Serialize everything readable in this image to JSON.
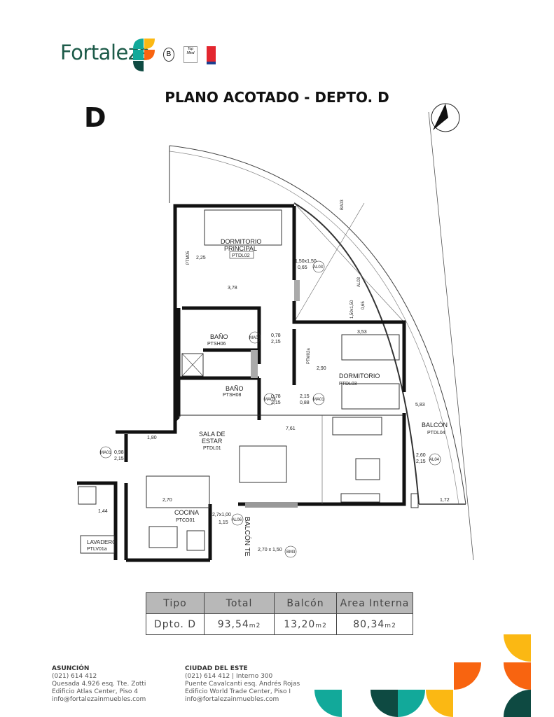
{
  "header": {
    "brand": "Fortaleza",
    "badges": [
      "b-corp-icon",
      "top-of-mind-icon",
      "great-place-to-work-icon"
    ],
    "title": "PLANO ACOTADO - DEPTO. D",
    "unit_letter": "D"
  },
  "plan": {
    "rooms": {
      "dorm_principal": {
        "name1": "DORMITORIO",
        "name2": "PRINCIPAL",
        "code": "PTDL02"
      },
      "bano1": {
        "name": "BAÑO",
        "code": "PTSH06"
      },
      "bano2": {
        "name": "BAÑO",
        "code": "PTSH08"
      },
      "dormitorio": {
        "name": "DORMITORIO",
        "code": "PTDL03"
      },
      "sala": {
        "name1": "SALA DE",
        "name2": "ESTAR",
        "code": "PTDL01"
      },
      "balcon": {
        "name": "BALCÓN",
        "code": "PTDL04"
      },
      "cocina": {
        "name": "COCINA",
        "code": "PTCO01"
      },
      "lavadero": {
        "name": "LAVADERO",
        "code": "PTLV01a"
      },
      "balcon_te": {
        "name": "BALCÓN TE"
      }
    },
    "dims": {
      "d378": "3,78",
      "d353": "3,53",
      "d761": "7,61",
      "d583": "5,83",
      "d172": "1,72",
      "d270": "2,70",
      "d180": "1,80",
      "d144": "1,44",
      "d290": "2,90",
      "d225": "2,25",
      "w150a": "1,50x1,50",
      "w065a": "0,65",
      "w150b": "1,50x1,50",
      "w065b": "0,65",
      "d078a": "0,78",
      "d215a": "2,15",
      "d078b": "0,78",
      "d215b": "2,15",
      "d215c": "2,15",
      "d088": "0,88",
      "d098": "0,98",
      "d215d": "2,15",
      "d260": "2,60",
      "d215e": "2,15",
      "d270x150": "2,70 x 1,50",
      "d27x1": "2,7x1,00",
      "d115": "1,15"
    },
    "tags": {
      "al03a": "AL03",
      "al03b": "AL03",
      "ma01a": "MA01",
      "ma01b": "MA01",
      "ma03": "MA03",
      "ma01c": "MA01",
      "al04": "AL04",
      "al06": "AL06",
      "bm3": "BM3",
      "ptm05": "PTM05",
      "ptm02": "PTM02a",
      "ba03": "BA03"
    }
  },
  "areas_table": {
    "headers": [
      "Tipo",
      "Total",
      "Balcón",
      "Area Interna"
    ],
    "row": {
      "tipo": "Dpto. D",
      "total": "93,54",
      "balcon": "13,20",
      "interna": "80,34",
      "unit": "m2"
    }
  },
  "footer": {
    "asuncion": {
      "city": "ASUNCIÓN",
      "phone": "(021) 614 412",
      "address": "Quesada 4.926 esq. Tte. Zotti",
      "building": "Edificio Atlas Center, Piso 4",
      "email": "info@fortalezainmuebles.com"
    },
    "cde": {
      "city": "CIUDAD DEL ESTE",
      "phone": "(021) 614 412 | Interno 300",
      "address": "Puente Cavalcanti esq. Andrés Rojas",
      "building": "Edificio World Trade Center, Piso I",
      "email": "info@fortalezainmuebles.com"
    }
  },
  "colors": {
    "teal": "#12a99a",
    "dark_green": "#0e4a42",
    "yellow": "#fbb813",
    "orange": "#f86410"
  }
}
